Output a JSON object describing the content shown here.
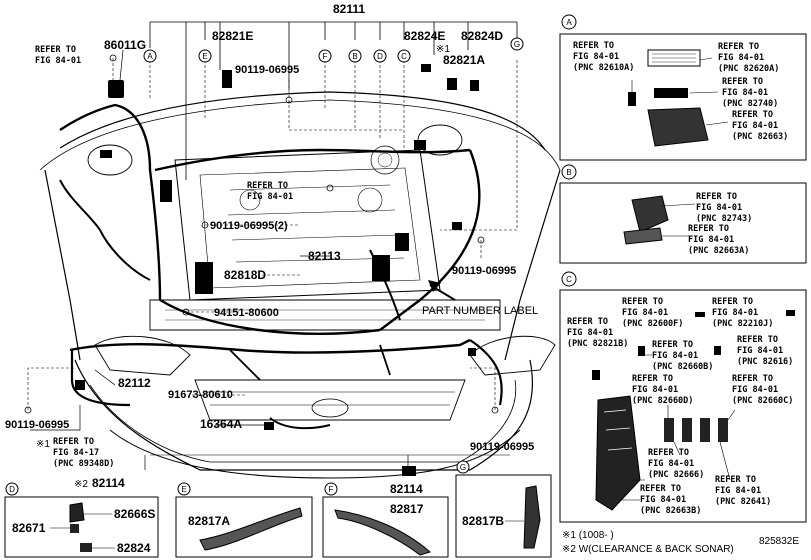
{
  "diagram_id": "825832E",
  "main_parts": {
    "p82111": "82111",
    "p86011g": "86011G",
    "p82821e": "82821E",
    "p82824e": "82824E",
    "p82824d": "82824D",
    "p82821a": "82821A",
    "p90119_06995_top": "90119-06995",
    "p90119_06995_2": "90119-06995(2)",
    "p82113": "82113",
    "p82818d": "82818D",
    "p90119_06995_right": "90119-06995",
    "p94151_80600": "94151-80600",
    "p82112": "82112",
    "p91673_80610": "91673-80610",
    "p16364a": "16364A",
    "p90119_06995_left": "90119-06995",
    "p90119_06995_br": "90119-06995",
    "p82114_left": "82114",
    "p82114_right": "82114",
    "note1_mark": "※1",
    "note1_at_left": "※1",
    "note2_mark": "※2"
  },
  "refs": {
    "ref_top_left_a": "REFER TO",
    "ref_top_left_b": "FIG 84-01",
    "ref_center_a": "REFER TO",
    "ref_center_b": "FIG 84-01",
    "ref_bottom_a": "REFER TO",
    "ref_bottom_b": "FIG 84-17",
    "ref_bottom_c": "(PNC 89348D)"
  },
  "part_number_label": "PART NUMBER LABEL",
  "callouts": [
    "A",
    "E",
    "F",
    "B",
    "D",
    "C",
    "G"
  ],
  "panel_a": {
    "letter": "A",
    "items": [
      {
        "l1": "REFER TO",
        "l2": "FIG 84-01",
        "l3": "(PNC 82610A)"
      },
      {
        "l1": "REFER TO",
        "l2": "FIG 84-01",
        "l3": "(PNC 82620A)"
      },
      {
        "l1": "REFER TO",
        "l2": "FIG 84-01",
        "l3": "(PNC 82740)"
      },
      {
        "l1": "REFER TO",
        "l2": "FIG 84-01",
        "l3": "(PNC 82663)"
      }
    ]
  },
  "panel_b": {
    "letter": "B",
    "items": [
      {
        "l1": "REFER TO",
        "l2": "FIG 84-01",
        "l3": "(PNC 82743)"
      },
      {
        "l1": "REFER TO",
        "l2": "FIG 84-01",
        "l3": "(PNC 82663A)"
      }
    ]
  },
  "panel_c": {
    "letter": "C",
    "items": [
      {
        "l1": "REFER TO",
        "l2": "FIG 84-01",
        "l3": "(PNC 82600F)"
      },
      {
        "l1": "REFER TO",
        "l2": "FIG 84-01",
        "l3": "(PNC 82210J)"
      },
      {
        "l1": "REFER TO",
        "l2": "FIG 84-01",
        "l3": "(PNC 82821B)"
      },
      {
        "l1": "REFER TO",
        "l2": "FIG 84-01",
        "l3": "(PNC 82660B)"
      },
      {
        "l1": "REFER TO",
        "l2": "FIG 84-01",
        "l3": "(PNC 82616)"
      },
      {
        "l1": "REFER TO",
        "l2": "FIG 84-01",
        "l3": "(PNC 82660D)"
      },
      {
        "l1": "REFER TO",
        "l2": "FIG 84-01",
        "l3": "(PNC 82660C)"
      },
      {
        "l1": "REFER TO",
        "l2": "FIG 84-01",
        "l3": "(PNC 82666)"
      },
      {
        "l1": "REFER TO",
        "l2": "FIG 84-01",
        "l3": "(PNC 82641)"
      },
      {
        "l1": "REFER TO",
        "l2": "FIG 84-01",
        "l3": "(PNC 82663B)"
      }
    ]
  },
  "panel_d": {
    "letter": "D",
    "p1": "82666S",
    "p2": "82671",
    "p3": "82824"
  },
  "panel_e": {
    "letter": "E",
    "p1": "82817A"
  },
  "panel_f": {
    "letter": "F",
    "p1": "82817"
  },
  "panel_g": {
    "letter": "G",
    "p1": "82817B"
  },
  "footnotes": {
    "n1": "※1 (1008-        )",
    "n2": "※2 W(CLEARANCE & BACK SONAR)"
  }
}
